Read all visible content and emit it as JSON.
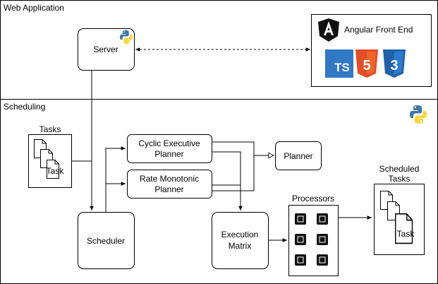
{
  "sections": {
    "web": "Web Application",
    "scheduling": "Scheduling"
  },
  "nodes": {
    "server": "Server",
    "angular": "Angular Front End",
    "ts": "TS",
    "html5": "5",
    "css3": "3",
    "tasks_title": "Tasks",
    "task_doc": "Task",
    "cyclic_line1": "Cyclic Executive",
    "cyclic_line2": "Planner",
    "rate_line1": "Rate Monotonic",
    "rate_line2": "Planner",
    "planner": "Planner",
    "scheduler": "Scheduler",
    "exec_line1": "Execution",
    "exec_line2": "Matrix",
    "processors": "Processors",
    "scheduled_line1": "Scheduled",
    "scheduled_line2": "Tasks",
    "scheduled_doc": "Task"
  },
  "icons": {
    "python": "python-logo-icon",
    "angular": "angular-logo-icon",
    "typescript": "typescript-logo-icon",
    "html5": "html5-logo-icon",
    "css3": "css3-logo-icon",
    "cpu": "cpu-chip-icon",
    "document": "document-icon"
  },
  "colors": {
    "python_blue": "#3b77a8",
    "python_yellow": "#ffd43b",
    "ts_blue": "#3178c6",
    "html_orange": "#e44d26",
    "css_blue": "#1f62a8",
    "chip_black": "#111111"
  }
}
